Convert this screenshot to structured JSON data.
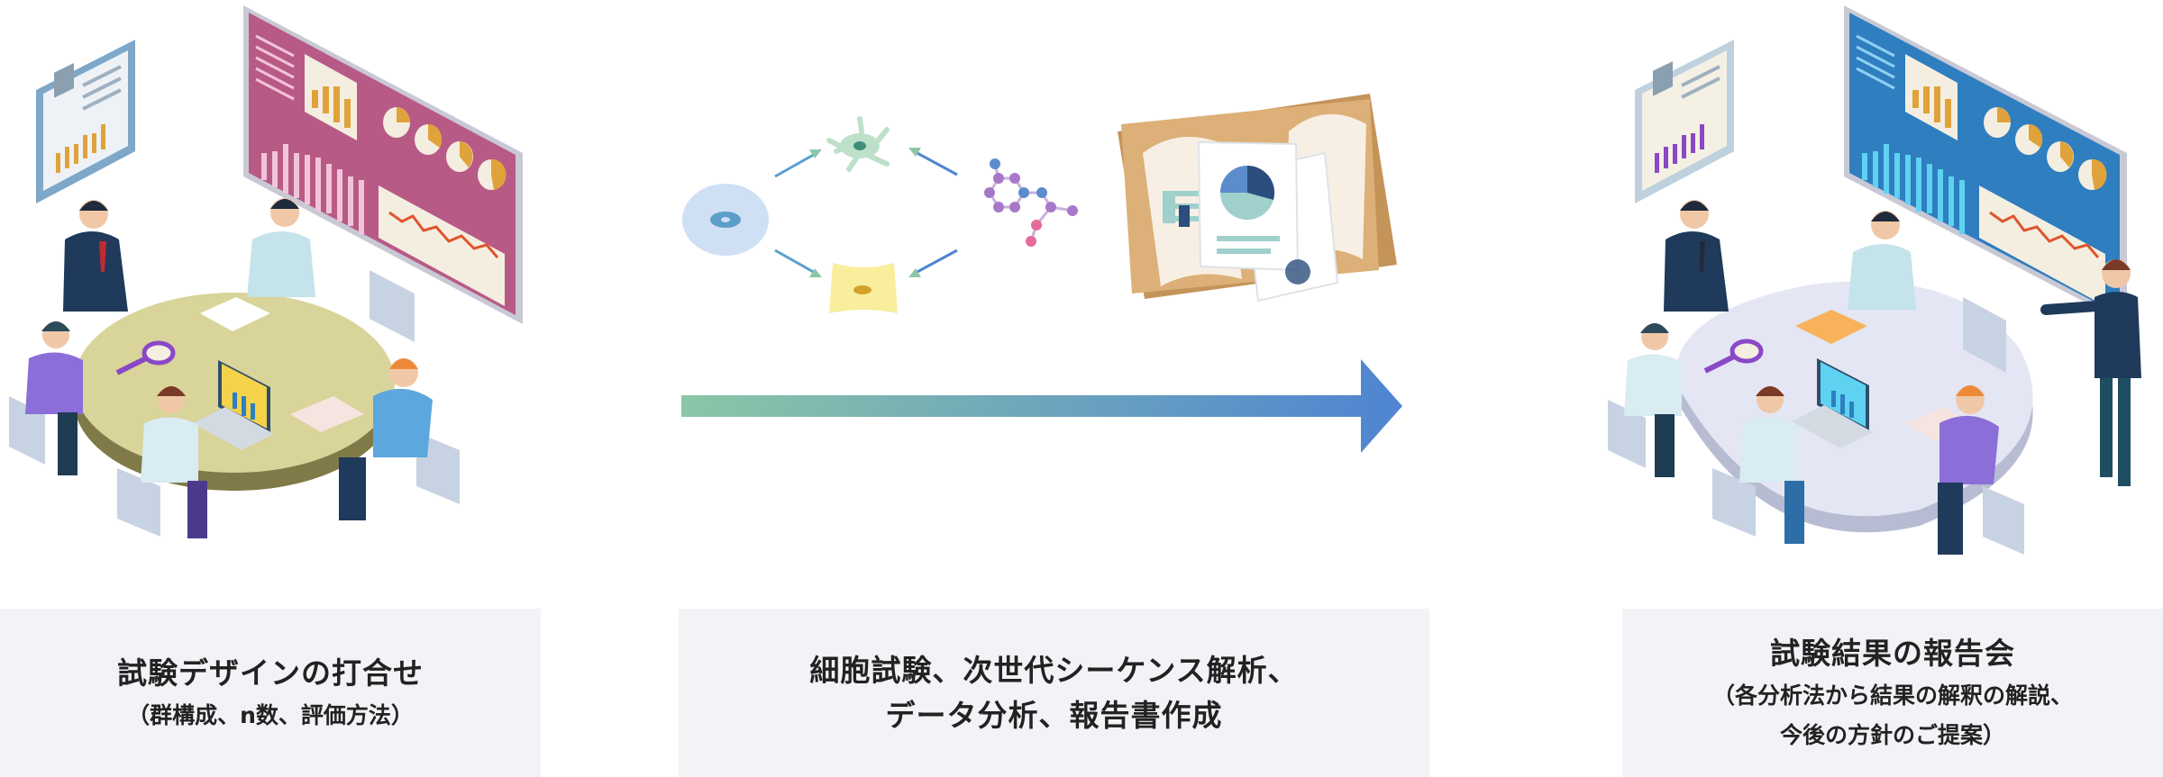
{
  "steps": [
    {
      "title": "試験デザインの打合せ",
      "subtitle": "（群構成、n数、評価方法）"
    },
    {
      "title_line1": "細胞試験、次世代シーケンス解析、",
      "title_line2": "データ分析、報告書作成"
    },
    {
      "title": "試験結果の報告会",
      "subtitle_line1": "（各分析法から結果の解釈の解説、",
      "subtitle_line2": "今後の方針のご提案）"
    }
  ],
  "colors": {
    "caption_bg": "#f2f3f6",
    "arrow_start": "#8cc6a6",
    "arrow_end": "#4f84d2",
    "table_yellow": "#d8d49a",
    "table_lavender": "#e4e6f4",
    "board_pink": "#b85a86",
    "board_blue": "#2e7ec0"
  }
}
